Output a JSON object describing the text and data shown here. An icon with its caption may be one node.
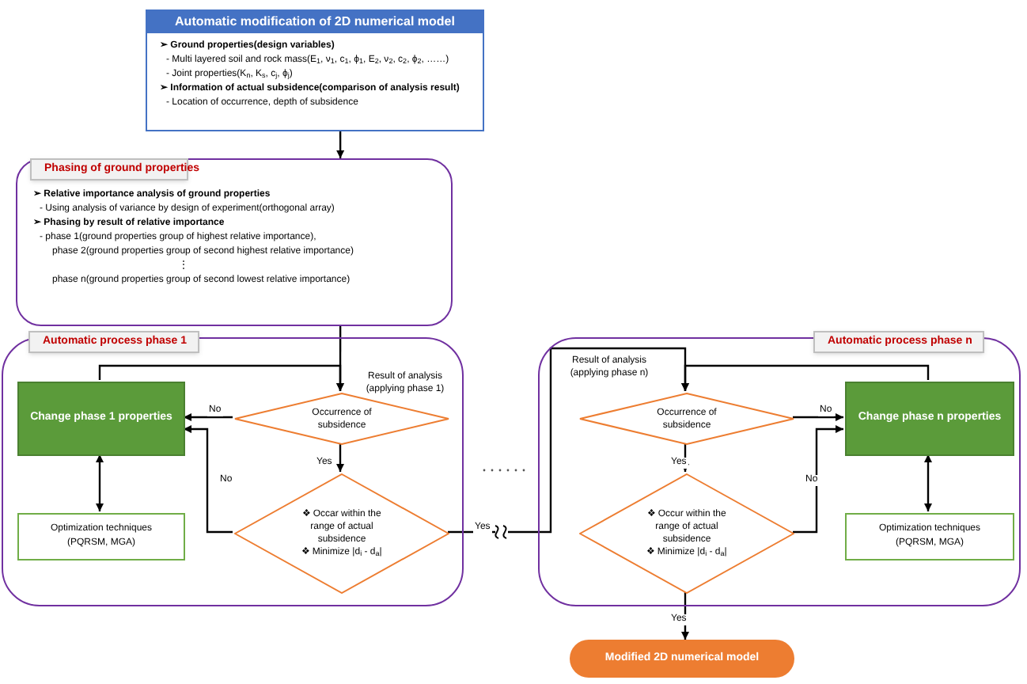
{
  "diagram": {
    "nodes": [
      {
        "text": [
          "Automatic modification of 2D numerical model",
          "➢ Ground properties(design variables)",
          "- Multi layered soil and rock mass(E$_{1}$, ν$_{1}$, c$_{1}$, ϕ$_{1}$, E$_{2}$, ν$_{2}$, c$_{2}$, ϕ$_{2}$, ……)",
          "- Joint properties(K$_{n}$, K$_{s}$, c$_{j}$, ϕ$_{j}$)",
          "➢ Information of actual subsidence(comparison of analysis result)",
          "- Location of occurrence, depth of subsidence"
        ]
      },
      {
        "text": [
          "Phasing of ground properties",
          "➢ Relative importance analysis of ground properties",
          "- Using analysis of variance by design of experiment(orthogonal array)",
          "➢ Phasing by result of relative importance",
          "- phase 1(ground properties group of highest relative importance),",
          "phase 2(ground properties group of second highest relative importance)",
          "⋮",
          "phase n(ground properties group of second lowest relative importance)"
        ]
      },
      {
        "text": [
          "Automatic process phase 1"
        ]
      },
      {
        "text": [
          "Change phase 1 properties"
        ],
        "in": 2
      },
      {
        "text": [
          "Optimization techniques (PQRSM, MGA)"
        ],
        "in": 2
      },
      {
        "text": [
          "Occurrence of subsidence"
        ],
        "in": 2
      },
      {
        "text": [
          "❖ Occar within the range of actual subsidence",
          "❖ Minimize |d$_{i}$ - d$_{a}$|"
        ],
        "in": 2
      },
      {
        "text": [
          "Automatic process phase n"
        ]
      },
      {
        "text": [
          "Occurrence of subsidence"
        ],
        "in": 7
      },
      {
        "text": [
          "❖ Occur within the range of actual subsidence",
          "❖ Minimize |d$_{i}$ - d$_{a}$|"
        ],
        "in": 7
      },
      {
        "text": [
          "Change phase n properties"
        ],
        "in": 7
      },
      {
        "text": [
          "Optimization techniques (PQRSM, MGA)"
        ],
        "in": 7
      },
      {
        "text": [
          "Modified 2D numerical model"
        ]
      }
    ],
    "edges": [
      {
        "from": 0,
        "to": 1,
        "arrow": "to"
      },
      {
        "from": 1,
        "to": 5,
        "arrow": "to"
      },
      {
        "from": 3,
        "to": 5,
        "arrow": "to"
      },
      {
        "from": 5,
        "to": 3,
        "arrow": "to",
        "label": "No"
      },
      {
        "from": 5,
        "to": 6,
        "arrow": "to",
        "label": "Yes"
      },
      {
        "from": 6,
        "to": 3,
        "arrow": "to",
        "label": "No"
      },
      {
        "from": 3,
        "to": 4,
        "arrow": "both"
      },
      {
        "from": 6,
        "to": 8,
        "arrow": "to",
        "label": "Yes"
      },
      {
        "from": 10,
        "to": 8,
        "arrow": "to"
      },
      {
        "from": 8,
        "to": 10,
        "arrow": "to",
        "label": "No"
      },
      {
        "from": 8,
        "to": 9,
        "arrow": "to",
        "label": "Yes"
      },
      {
        "from": 9,
        "to": 10,
        "arrow": "to",
        "label": "No"
      },
      {
        "from": 10,
        "to": 11,
        "arrow": "both"
      },
      {
        "from": 9,
        "to": 12,
        "arrow": "to",
        "label": "Yes"
      }
    ],
    "labels": [
      "Result of analysis (applying phase 1)",
      "Result of analysis (applying phase n)"
    ]
  }
}
